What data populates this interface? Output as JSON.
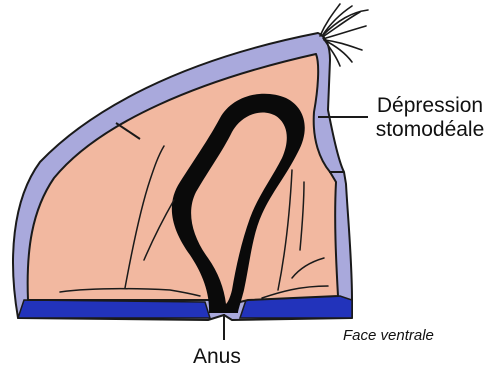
{
  "labels": {
    "depression_line1": "Dépression",
    "depression_line2": "stomodéale",
    "anus": "Anus",
    "view": "Face ventrale"
  },
  "colors": {
    "outer_layer": "#a9a9dc",
    "inner_tissue": "#f2b8a0",
    "gut_wall": "#0a0a0a",
    "ventral_band": "#2233bb",
    "outline": "#1a1a1a"
  }
}
